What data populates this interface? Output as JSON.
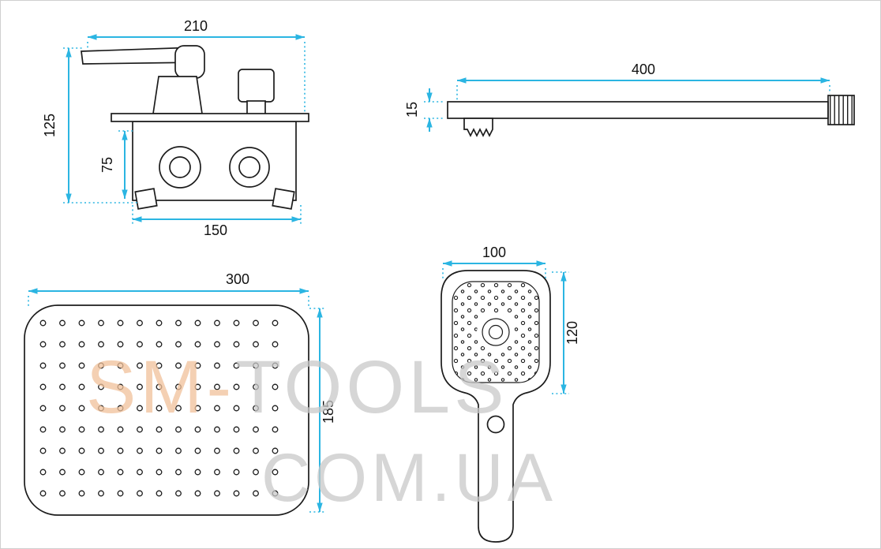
{
  "drawing": {
    "mixer": {
      "dim_overall_width": "210",
      "dim_overall_height": "125",
      "dim_body_height": "75",
      "dim_body_width": "150"
    },
    "arm": {
      "dim_length": "400",
      "dim_profile_height": "15"
    },
    "rain_head": {
      "dim_width": "300",
      "dim_height": "185"
    },
    "hand_shower": {
      "dim_head_width": "100",
      "dim_head_height": "120"
    }
  },
  "watermark": {
    "line1_accent": "SM-",
    "line1_rest": "TOOLS",
    "line2": "COM.UA"
  },
  "colors": {
    "dimension_line": "#2bb5e2",
    "drawing_line": "#1c1c1c",
    "watermark_accent": "#f1c19a",
    "watermark_gray": "#c9c9c9"
  }
}
